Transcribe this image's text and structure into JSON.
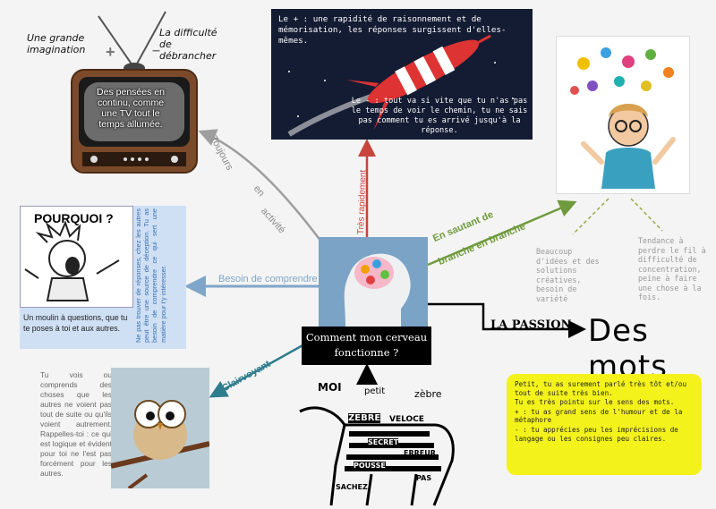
{
  "tv": {
    "plus_note": "Une grande imagination",
    "minus_note": "La difficulté de débrancher",
    "plus_sign": "+",
    "minus_sign": "–",
    "screen_text": "Des pensées en continu, comme une TV tout le temps allumée."
  },
  "rocket": {
    "plus_text": "Le + : une rapidité de raisonnement et de mémorisation, les réponses surgissent d'elles-mêmes.",
    "minus_text": "Le - : tout va si vite que tu n'as pas le temps de voir le chemin, tu ne sais pas comment tu es arrivé jusqu'à la réponse."
  },
  "pourquoi": {
    "title": "POURQUOI ?",
    "caption": "Un moulin à questions, que tu te poses à toi et aux autres.",
    "vertical_text": "Ne pas trouver de réponses, chez les autres peut être une source de déception. Tu as besoin de comprendre ce qui sert une matière pour t'y intéresser."
  },
  "idea": {
    "left_text": "Beaucoup d'idées et des solutions créatives, besoin de variété",
    "right_text": "Tendance à perdre le fil à difficulté de concentration, peine à faire une chose à la fois."
  },
  "center": {
    "label_line1": "Comment mon cerveau",
    "label_line2": "fonctionne ?"
  },
  "branches": {
    "toujours_1": "Toujours",
    "toujours_2": "en",
    "toujours_3": "activité",
    "tres_rapidement": "Très rapidement",
    "en_sautant_1": "En sautant de",
    "en_sautant_2": "branche en branche",
    "besoin": "Besoin de comprendre",
    "clairvoyant": "Clairvoyant"
  },
  "passion": {
    "label": "LA PASSION",
    "title": "Des mots"
  },
  "yellow_note": {
    "p1": "Petit, tu as surement parlé très tôt et/ou tout de suite très bien.",
    "p2": "Tu es très pointu sur le sens des mots.",
    "p3": "+ : tu as grand sens de l'humour et de la métaphore",
    "p4": "- : tu apprécies peu les imprécisions de langage ou les consignes peu claires."
  },
  "owl": {
    "text": "Tu vois ou comprends des choses que les autres ne voient pas tout de suite ou qu'ils voient autrement. Rappelles-toi : ce qui est logique et évident pour toi ne l'est pas forcément pour les autres."
  },
  "zebra": {
    "w1": "MOI",
    "w2": "petit",
    "w3": "zèbre",
    "w4": "ZEBRE",
    "w5": "VELOCE",
    "w6": "SECRET",
    "w7": "ERREUR",
    "w8": "POUSSE",
    "w9": "PAS",
    "w10": "SACHEZ"
  },
  "colors": {
    "red_branch": "#c8453c",
    "green_branch": "#6f9a3e",
    "gray_branch": "#9e9e9e",
    "blue_branch": "#7fa6c9",
    "teal_branch": "#2e7d8c",
    "yellow_note": "#f4f21b"
  }
}
